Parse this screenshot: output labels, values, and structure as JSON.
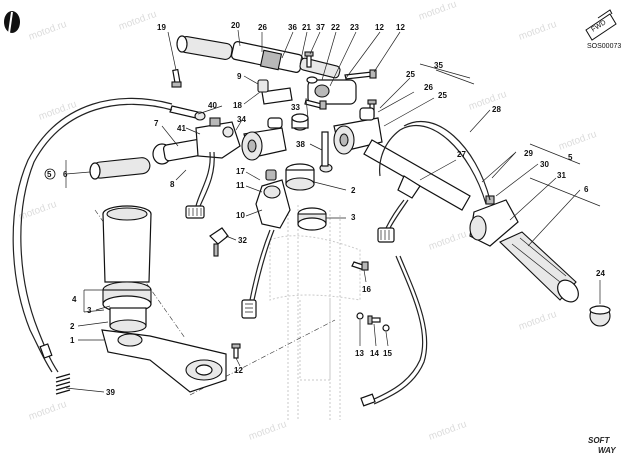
{
  "diagram": {
    "reference_code": "SOS00073",
    "logo_text": "FWD",
    "brand_top": "SOFT",
    "brand_bottom": "WAY",
    "watermark_text": "motod.ru",
    "labels": {
      "l19": "19",
      "l20": "20",
      "l26a": "26",
      "l36": "36",
      "l21": "21",
      "l37": "37",
      "l22": "22",
      "l23": "23",
      "l12a": "12",
      "l12b": "12",
      "l9": "9",
      "l25a": "25",
      "l35": "35",
      "l26b": "26",
      "l25b": "25",
      "l40": "40",
      "l18": "18",
      "l33": "33",
      "l28": "28",
      "l7": "7",
      "l41": "41",
      "l34": "34",
      "l38": "38",
      "l27": "27",
      "l29": "29",
      "l30": "30",
      "l5a": "5",
      "l31": "31",
      "l6a": "6",
      "l5b": "5",
      "l6b": "6",
      "l8": "8",
      "l17": "17",
      "l11": "11",
      "l2a": "2",
      "l10": "10",
      "l3a": "3",
      "l32": "32",
      "l24": "24",
      "l16": "16",
      "l4": "4",
      "l3b": "3",
      "l2b": "2",
      "l1": "1",
      "l13": "13",
      "l14": "14",
      "l15": "15",
      "l12c": "12",
      "l39": "39"
    }
  }
}
